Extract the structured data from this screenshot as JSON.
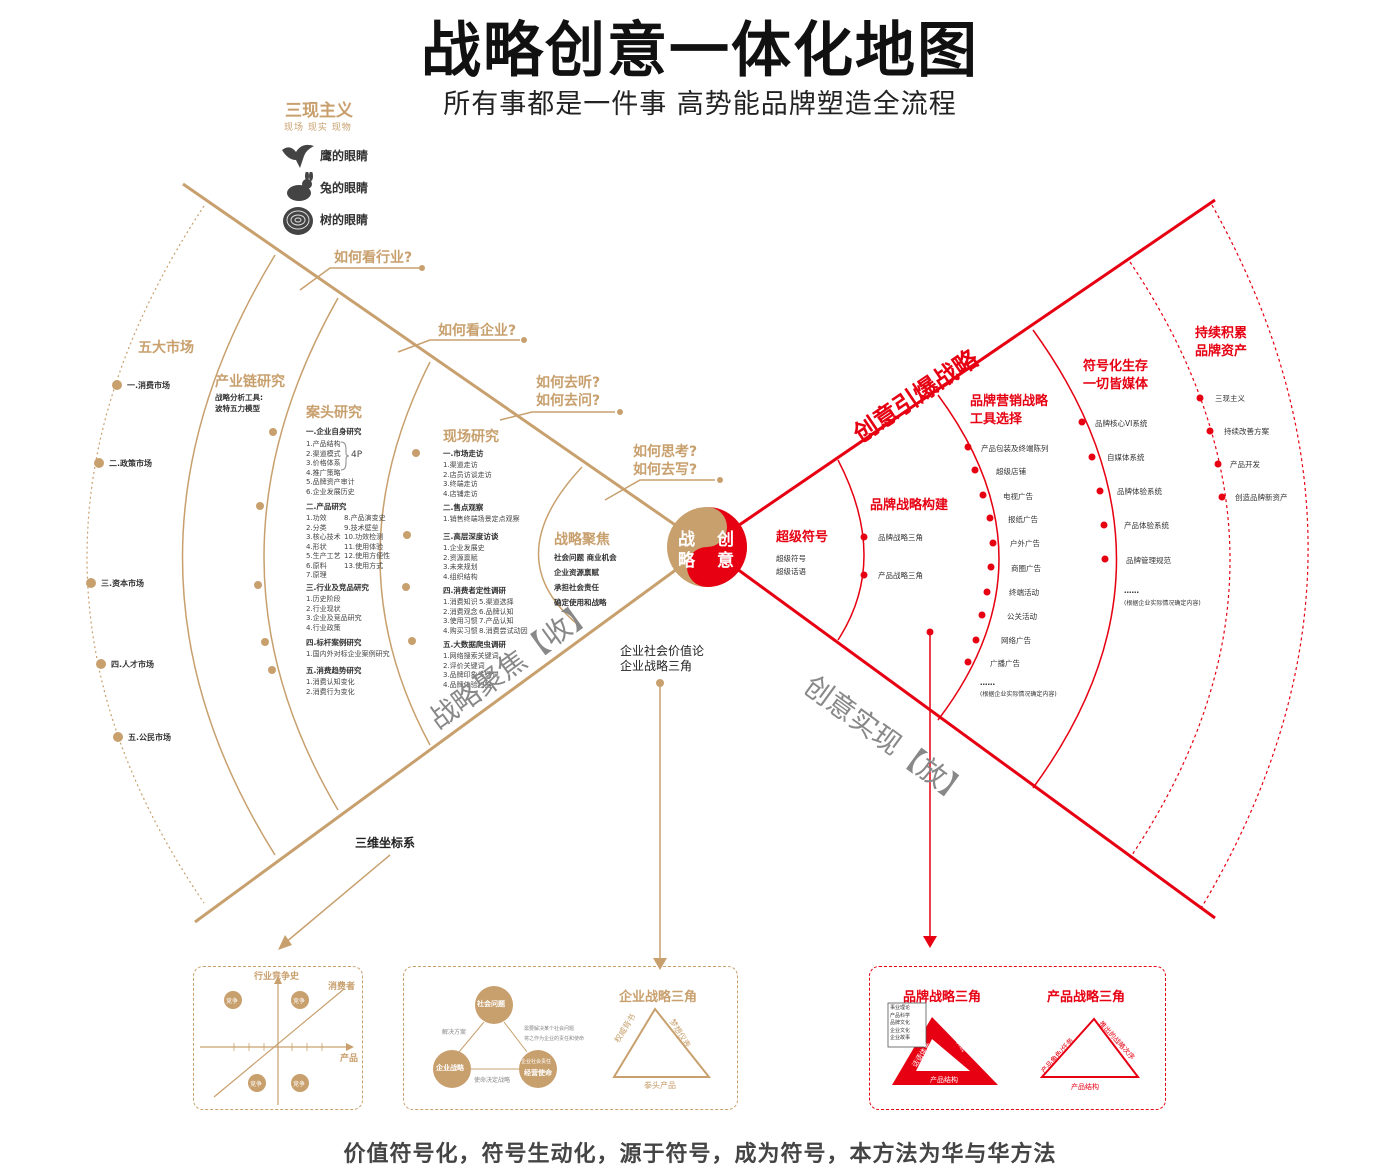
{
  "header": {
    "title": "战略创意一体化地图",
    "subtitle": "所有事都是一件事 高势能品牌塑造全流程"
  },
  "sanxian": {
    "title": "三现主义",
    "subtitle": "现场 现实 现物",
    "eyes": [
      "鹰的眼睛",
      "兔的眼睛",
      "树的眼睛"
    ]
  },
  "questions": {
    "q1": "如何看行业?",
    "q2": "如何看企业?",
    "q3a": "如何去听?",
    "q3b": "如何去问?",
    "q4a": "如何思考?",
    "q4b": "如何去写?"
  },
  "wuda": {
    "title": "五大市场",
    "items": [
      "一.消费市场",
      "二.政策市场",
      "三.资本市场",
      "四.人才市场",
      "五.公民市场"
    ]
  },
  "chanye": {
    "title": "产业链研究",
    "desc1": "战略分析工具:",
    "desc2": "波特五力模型"
  },
  "antou": {
    "title": "案头研究",
    "s1": "一.企业自身研究",
    "s1items": "1.产品结构\n2.渠道模式\n3.价格体系\n4.推广策略\n5.品牌资产审计\n6.企业发展历史",
    "fourp": "4P",
    "s2": "二.产品研究",
    "s2colA": "1.功效\n2.分类\n3.核心技术\n4.形状\n5.生产工艺\n6.原料\n7.原理",
    "s2colB": "8.产品演变史\n9.技术壁垒\n10.功效检测\n11.使用体验\n12.使用方便性\n13.使用方式",
    "s3": "三.行业及竞品研究",
    "s3items": "1.历史阶段\n2.行业现状\n3.企业及竞品研究\n4.行业政策",
    "s4": "四.标杆案例研究",
    "s4items": "1.国内外对标企业案例研究",
    "s5": "五.消费趋势研究",
    "s5items": "1.消费认知变化\n2.消费行为变化"
  },
  "xianchang": {
    "title": "现场研究",
    "s1": "一.市场走访",
    "s1items": "1.渠道走访\n2.店员访谈走访\n3.终端走访\n4.店铺走访",
    "s2": "二.售点观察",
    "s2items": "1.销售终端场景定点观察",
    "s3": "三.高层深度访谈",
    "s3items": "1.企业发展史\n2.资源禀赋\n3.未来规划\n4.组织结构",
    "s4": "四.消费者定性调研",
    "s4colA": "1.消费知识\n2.消费观念\n3.使用习惯\n4.购买习惯",
    "s4colB": "5.渠道选择\n6.品牌认知\n7.产品认知\n8.消费尝试动因",
    "s5": "五.大数据爬虫调研",
    "s5items": "1.网络搜索关键词\n2.评价关键词\n3.品牌印象关键词\n4.品牌体验扫描"
  },
  "juejiao": {
    "title": "战略聚焦",
    "items": [
      "社会问题  商业机会",
      "企业资源禀赋",
      "承担社会责任",
      "确定使用和战略"
    ]
  },
  "center": {
    "left": "战略",
    "right": "创意"
  },
  "axes": {
    "shou": "战略聚焦【收】",
    "fang": "创意实现【放】",
    "baozha": "创意引爆战略",
    "sanwei": "三维坐标系",
    "jiazhi1": "企业社会价值论",
    "jiazhi2": "企业战略三角"
  },
  "right": {
    "chaoji": {
      "title": "超级符号",
      "items": [
        "超级符号",
        "超级话语"
      ]
    },
    "goujian": {
      "title": "品牌战略构建",
      "items": [
        "品牌战略三角",
        "产品战略三角"
      ]
    },
    "yingxiao": {
      "title1": "品牌营销战略",
      "title2": "工具选择",
      "items": [
        "产品包装及终端陈列",
        "超级店铺",
        "电视广告",
        "报纸广告",
        "户外广告",
        "商圈广告",
        "终端活动",
        "公关活动",
        "网络广告",
        "广播广告"
      ],
      "more": "……",
      "note": "(根据企业实际情况确定内容)"
    },
    "fuhao": {
      "title1": "符号化生存",
      "title2": "一切皆媒体",
      "items": [
        "品牌核心VI系统",
        "自媒体系统",
        "品牌体验系统",
        "产品体验系统",
        "品牌管理规范"
      ],
      "more": "……",
      "note": "(根据企业实际情况确定内容)"
    },
    "chixu": {
      "title1": "持续积累",
      "title2": "品牌资产",
      "items": [
        "三现主义",
        "持续改善方案",
        "产品开发",
        "创造品牌新资产"
      ]
    }
  },
  "bottom": {
    "box1": {
      "yaxis": "行业竞争史",
      "diag": "消费者",
      "xaxis": "产品",
      "quad": [
        "竞争",
        "竞争",
        "竞争",
        "竞争"
      ]
    },
    "box2": {
      "n1": "社会问题",
      "n2": "企业战略",
      "n3": "企业社会责任",
      "n3b": "经营使命",
      "e1": "解决方案",
      "e2": "需要解决某个社会问题\n将之作为企业的责任和使命",
      "e3": "使命决定战略",
      "triTitle": "企业战略三角",
      "triL": "权威背书",
      "triR": "梦想仪表",
      "triB": "拳头产品"
    },
    "box3": {
      "t1": "品牌战略三角",
      "t2": "产品战略三角",
      "b1L": "话语体系",
      "b1R": "符号系统",
      "b1B": "产品结构",
      "b1note": "事业理论\n产品科学\n品牌文化\n企业文化\n企业故事",
      "b2L": "产品角色/任务",
      "b2R": "推出的战略次序",
      "b2B": "产品结构"
    }
  },
  "footer": "价值符号化，符号生动化，源于符号，成为符号，本方法为华与华方法",
  "colors": {
    "gold": "#c8a06e",
    "red": "#e60012",
    "text": "#333333"
  }
}
